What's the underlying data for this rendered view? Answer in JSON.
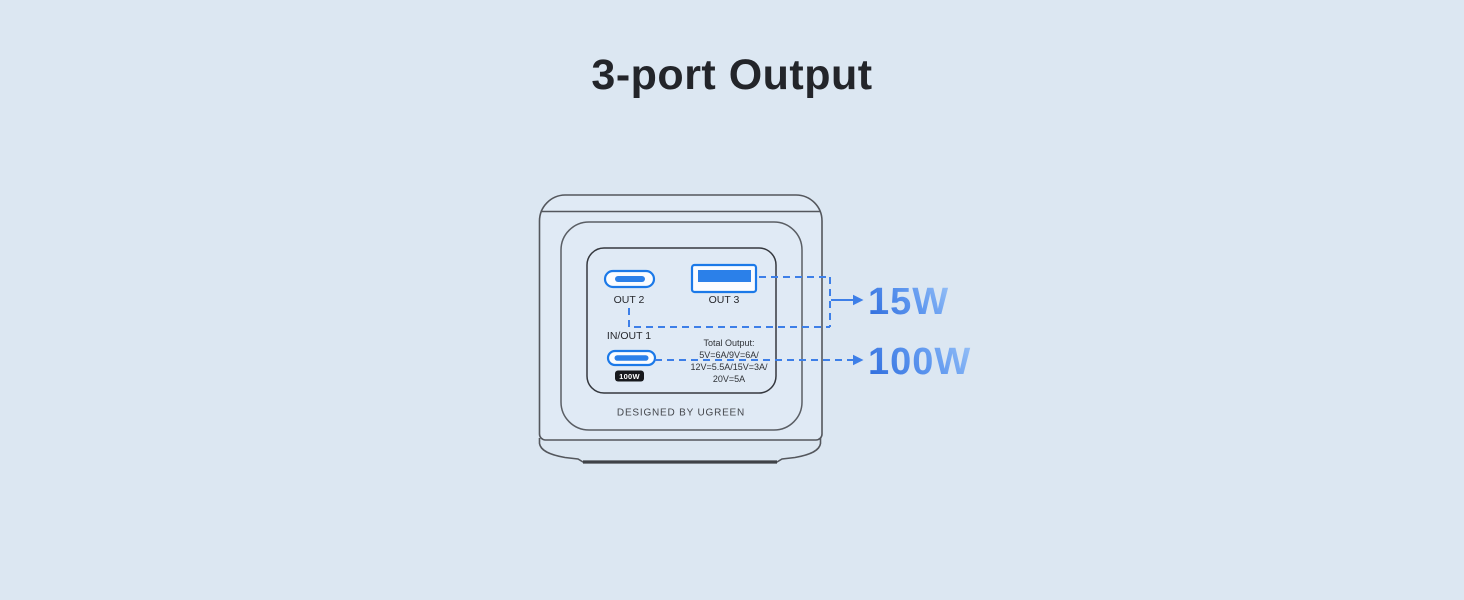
{
  "title": "3-port Output",
  "charger": {
    "port_out2_label": "OUT 2",
    "port_out3_label": "OUT 3",
    "port_inout1_label": "IN/OUT 1",
    "inout1_badge": "100W",
    "total_output_heading": "Total Output:",
    "total_output_line2": "5V=6A/9V=6A/",
    "total_output_line3": "12V=5.5A/15V=3A/",
    "total_output_line4": "20V=5A",
    "footer_text": "DESIGNED BY UGREEN"
  },
  "callouts": {
    "out23_power": "15W",
    "inout1_power": "100W"
  },
  "colors": {
    "background": "#dce7f2",
    "port_blue": "#1b79e8",
    "dash_blue": "#3d7fe8",
    "power_gradient_start": "#2e6cdd",
    "power_gradient_end": "#96c0f7",
    "badge_background": "#17191d",
    "title_color": "#23252a"
  }
}
